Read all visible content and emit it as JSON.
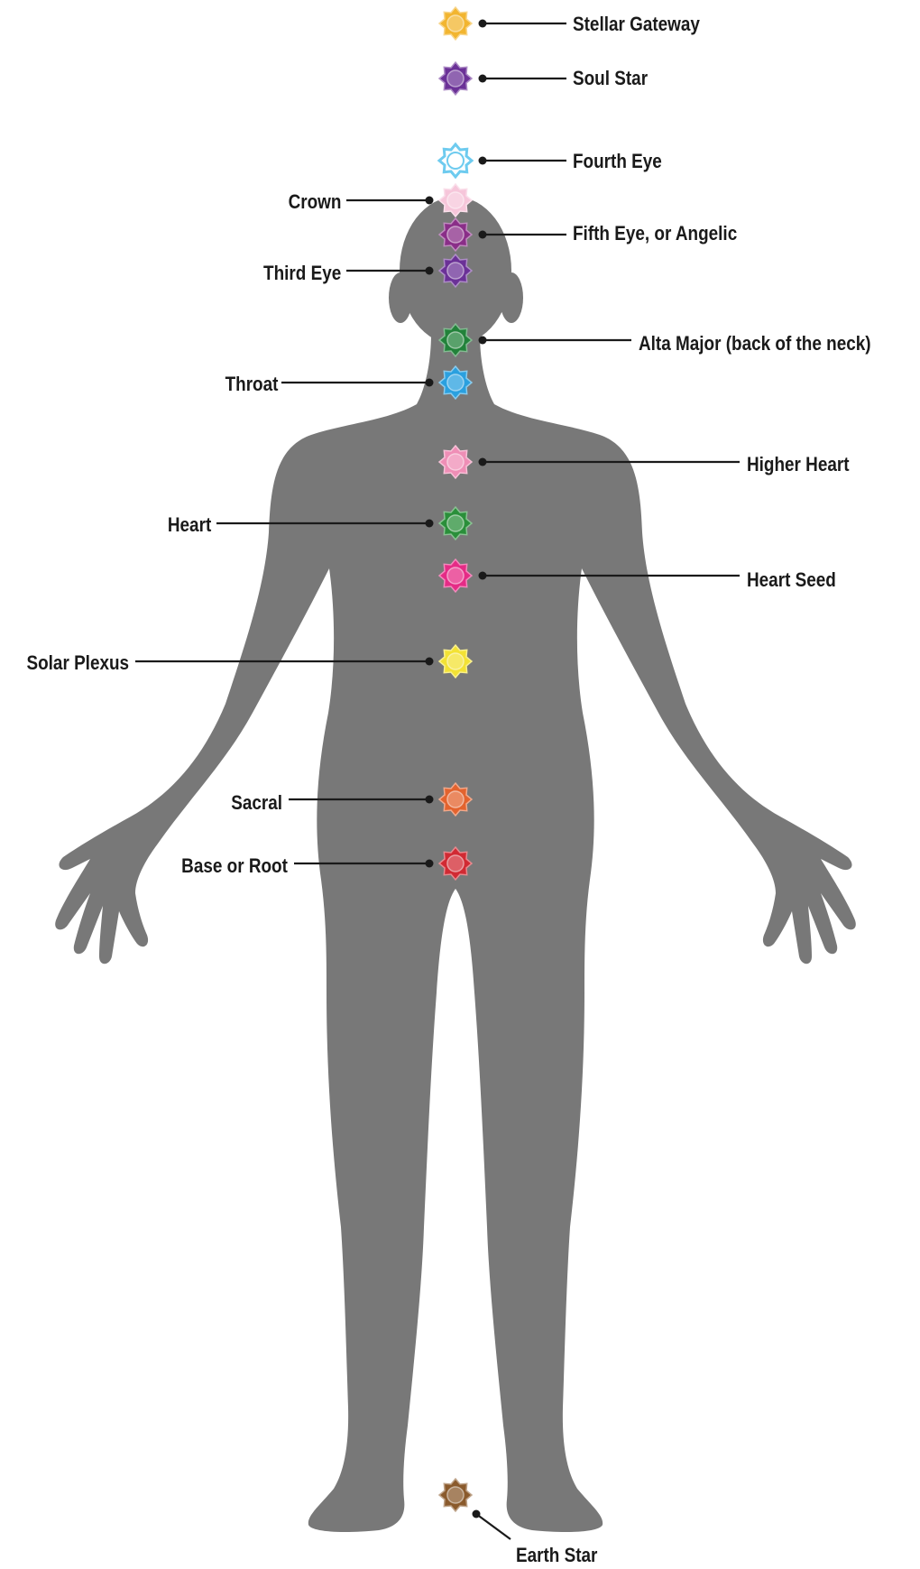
{
  "chakras": [
    {
      "id": "stellar-gateway",
      "label": "Stellar Gateway",
      "color": "#f2b530"
    },
    {
      "id": "soul-star",
      "label": "Soul Star",
      "color": "#6b3197"
    },
    {
      "id": "fourth-eye",
      "label": "Fourth Eye",
      "color": "#ffffff",
      "stroke": "#6ecbef"
    },
    {
      "id": "crown",
      "label": "Crown",
      "color": "#f6c6da"
    },
    {
      "id": "fifth-eye",
      "label": "Fifth Eye, or Angelic",
      "color": "#8a2e88"
    },
    {
      "id": "third-eye",
      "label": "Third Eye",
      "color": "#6b3197"
    },
    {
      "id": "alta-major",
      "label": "Alta Major (back of the neck)",
      "color": "#22823a"
    },
    {
      "id": "throat",
      "label": "Throat",
      "color": "#2aa0df"
    },
    {
      "id": "higher-heart",
      "label": "Higher Heart",
      "color": "#ef8eb6"
    },
    {
      "id": "heart",
      "label": "Heart",
      "color": "#2a8f3a"
    },
    {
      "id": "heart-seed",
      "label": "Heart Seed",
      "color": "#e52b86"
    },
    {
      "id": "solar-plexus",
      "label": "Solar Plexus",
      "color": "#f3e234"
    },
    {
      "id": "sacral",
      "label": "Sacral",
      "color": "#e3632e"
    },
    {
      "id": "base-or-root",
      "label": "Base or Root",
      "color": "#d12a33"
    },
    {
      "id": "earth-star",
      "label": "Earth Star",
      "color": "#8a5a2c"
    }
  ],
  "colors": {
    "body": "#787878",
    "leader_line": "#1a1a1a",
    "label_text": "#1a1a1a"
  }
}
